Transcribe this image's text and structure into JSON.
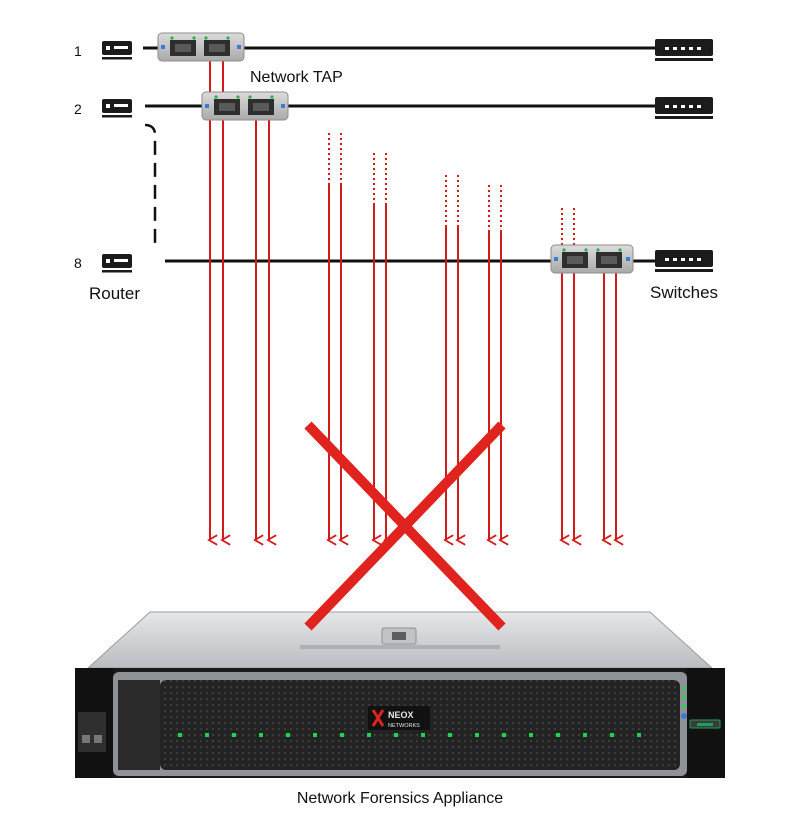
{
  "labels": {
    "network_tap": "Network TAP",
    "router": "Router",
    "switches": "Switches",
    "appliance": "Network Forensics Appliance",
    "brand_top": "NEOX",
    "brand_bottom": "NETWORKS"
  },
  "links": [
    {
      "number": "1"
    },
    {
      "number": "2"
    },
    {
      "number": "8"
    }
  ],
  "colors": {
    "line": "#111111",
    "arrow": "#d21c1c",
    "cross": "#e0231e",
    "tap_body": "#c6c6c6",
    "server_bezel": "#2c2c2c",
    "server_top": "#cfd1d4"
  },
  "icons": {
    "router": "router-icon",
    "switch": "switch-icon",
    "tap": "network-tap-icon",
    "appliance": "server-appliance-icon",
    "cross": "cross-mark-icon"
  }
}
